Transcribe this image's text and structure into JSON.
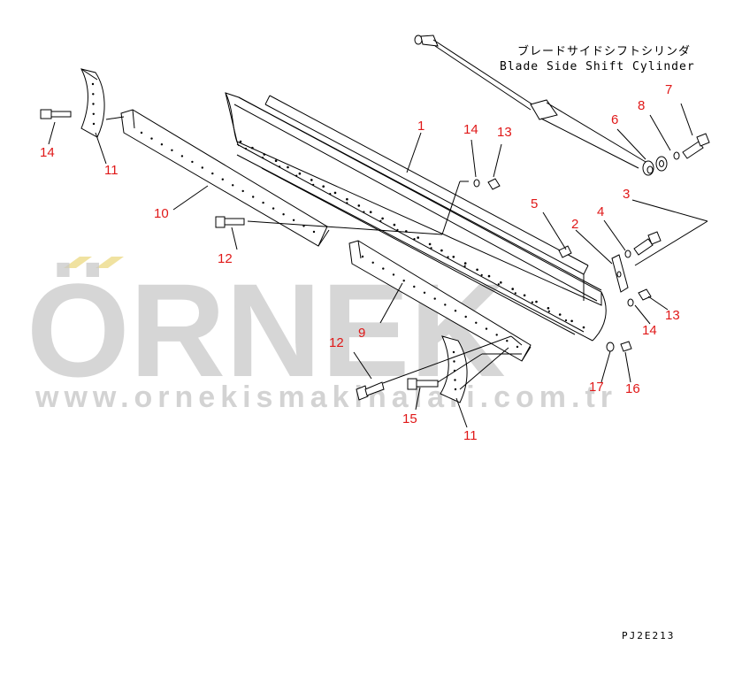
{
  "diagram": {
    "title_jp": "ブレードサイドシフトシリンダ",
    "title_en": "Blade Side Shift Cylinder",
    "drawing_code": "PJ2E213",
    "watermark": {
      "brand": "ÖRNEK",
      "url": "www.ornekismakinalari.com.tr",
      "accent_color": "#f0e2a0"
    },
    "colors": {
      "callout": "#e01818",
      "line": "#000000",
      "watermark": "#c9c9c9"
    },
    "callouts": [
      {
        "id": "c1",
        "text": "1"
      },
      {
        "id": "c2",
        "text": "2"
      },
      {
        "id": "c3",
        "text": "3"
      },
      {
        "id": "c4",
        "text": "4"
      },
      {
        "id": "c5",
        "text": "5"
      },
      {
        "id": "c6",
        "text": "6"
      },
      {
        "id": "c7",
        "text": "7"
      },
      {
        "id": "c8",
        "text": "8"
      },
      {
        "id": "c9",
        "text": "9"
      },
      {
        "id": "c10",
        "text": "10"
      },
      {
        "id": "c11a",
        "text": "11"
      },
      {
        "id": "c11b",
        "text": "11"
      },
      {
        "id": "c12a",
        "text": "12"
      },
      {
        "id": "c12b",
        "text": "12"
      },
      {
        "id": "c13a",
        "text": "13"
      },
      {
        "id": "c13b",
        "text": "13"
      },
      {
        "id": "c14a",
        "text": "14"
      },
      {
        "id": "c14b",
        "text": "14"
      },
      {
        "id": "c14c",
        "text": "14"
      },
      {
        "id": "c15",
        "text": "15"
      },
      {
        "id": "c16",
        "text": "16"
      },
      {
        "id": "c17",
        "text": "17"
      }
    ]
  }
}
